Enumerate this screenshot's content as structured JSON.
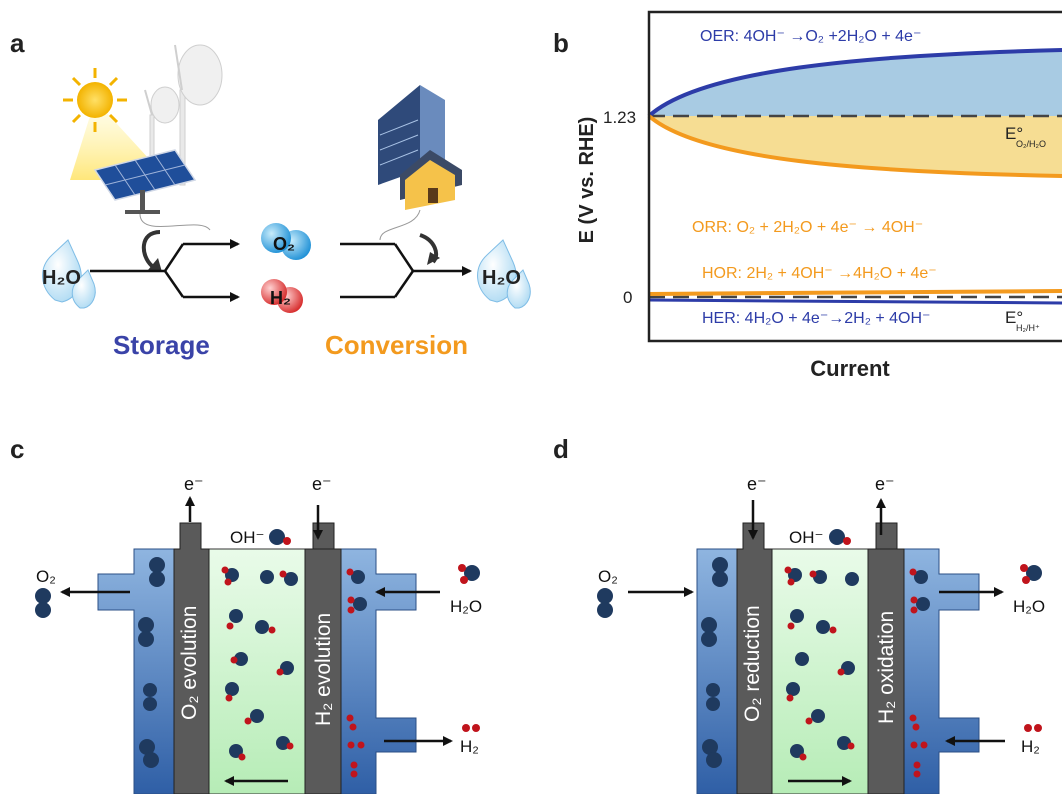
{
  "panels": {
    "a": {
      "letter": "a",
      "water_in": "H₂O",
      "o2": "O₂",
      "h2": "H₂",
      "water_out": "H₂O",
      "storage": "Storage",
      "conversion": "Conversion"
    },
    "b": {
      "letter": "b",
      "ylabel": "E (V vs. RHE)",
      "xlabel": "Current",
      "tick_123": "1.23",
      "tick_0": "0",
      "oer": "OER: 4OH⁻ →O₂ +2H₂O + 4e⁻",
      "orr": "ORR: O₂ + 2H₂O + 4e⁻ → 4OH⁻",
      "hor": "HOR: 2H₂ + 4OH⁻ →4H₂O + 4e⁻",
      "her": "HER: 4H₂O + 4e⁻→2H₂ + 4OH⁻",
      "e_o2": "E°",
      "e_o2_sub": "O₂/H₂O",
      "e_h2": "E°",
      "e_h2_sub": "H₂/H⁺"
    },
    "c": {
      "letter": "c",
      "left_electrode": "O₂ evolution",
      "right_electrode": "H₂ evolution",
      "electron_left": "e⁻",
      "electron_right": "e⁻",
      "hydroxide": "OH⁻",
      "o2": "O₂",
      "h2o": "H₂O",
      "h2": "H₂"
    },
    "d": {
      "letter": "d",
      "left_electrode": "O₂ reduction",
      "right_electrode": "H₂ oxidation",
      "electron_left": "e⁻",
      "electron_right": "e⁻",
      "hydroxide": "OH⁻",
      "o2": "O₂",
      "h2o": "H₂O",
      "h2": "H₂"
    }
  },
  "colors": {
    "blue_text": "#3a43a8",
    "orange_text": "#f39a1e",
    "oer_fill": "#a8cbe3",
    "orr_fill": "#f6dd93",
    "blue_line": "#2d3ca8",
    "orange_line": "#f39a1e",
    "electrode": "#5a5a5a",
    "electrolyte": "#cdf2cd",
    "compartment": "#4f82c4",
    "atom_o": "#1f3a5f",
    "atom_h": "#c0141c"
  }
}
